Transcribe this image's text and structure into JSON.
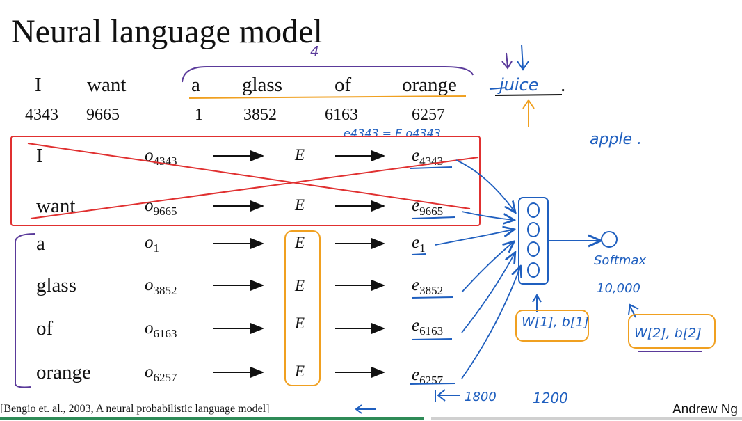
{
  "slide": {
    "title": "Neural language model",
    "sentence_words": [
      "I",
      "want",
      "a",
      "glass",
      "of",
      "orange"
    ],
    "sentence_indices": [
      "4343",
      "9665",
      "1",
      "3852",
      "6163",
      "6257"
    ],
    "blank_answer": "juice",
    "period": ".",
    "rows": [
      {
        "word": "I",
        "onehot": "o",
        "onehot_sub": "4343",
        "matrix": "E",
        "embed": "e",
        "embed_sub": "4343"
      },
      {
        "word": "want",
        "onehot": "o",
        "onehot_sub": "9665",
        "matrix": "E",
        "embed": "e",
        "embed_sub": "9665"
      },
      {
        "word": "a",
        "onehot": "o",
        "onehot_sub": "1",
        "matrix": "E",
        "embed": "e",
        "embed_sub": "1"
      },
      {
        "word": "glass",
        "onehot": "o",
        "onehot_sub": "3852",
        "matrix": "E",
        "embed": "e",
        "embed_sub": "3852"
      },
      {
        "word": "of",
        "onehot": "o",
        "onehot_sub": "6163",
        "matrix": "E",
        "embed": "e",
        "embed_sub": "6163"
      },
      {
        "word": "orange",
        "onehot": "o",
        "onehot_sub": "6257",
        "matrix": "E",
        "embed": "e",
        "embed_sub": "6257"
      }
    ],
    "citation": "[Bengio et. al., 2003, A neural probabilistic language model]",
    "author": "Andrew Ng"
  },
  "annotations": {
    "window_size": "4",
    "eq_note": "e4343 = E o4343",
    "apple": "apple .",
    "softmax": "Softmax",
    "vocab": "10,000",
    "w1": "W[1], b[1]",
    "w2": "W[2], b[2]",
    "old_dim": "1800",
    "new_dim": "1200",
    "colors": {
      "blue": "#1f5fbf",
      "red": "#e03030",
      "orange": "#f0a020",
      "purple": "#5a3a9a"
    }
  }
}
